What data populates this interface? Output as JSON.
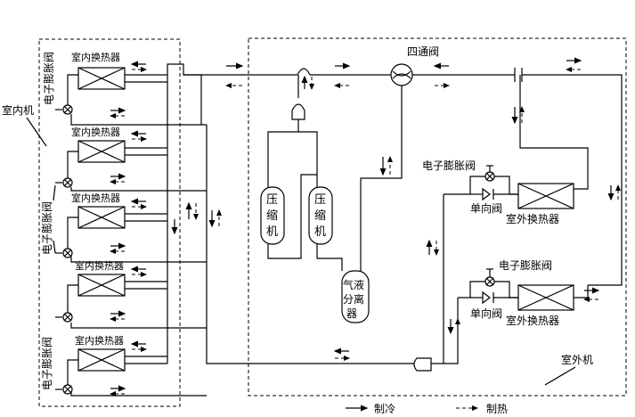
{
  "labels": {
    "indoor_unit": "室内机",
    "outdoor_unit": "室外机",
    "four_way_valve": "四通阀",
    "indoor_hx": "室内换热器",
    "outdoor_hx": "室外换热器",
    "exp_valve": "电子膨胀阀",
    "check_valve": "单向阀",
    "compressor_chars": [
      "压",
      "缩",
      "机"
    ],
    "separator_chars": [
      "气液",
      "分离",
      "器"
    ]
  },
  "legend": {
    "cooling": "制冷",
    "heating": "制热"
  }
}
